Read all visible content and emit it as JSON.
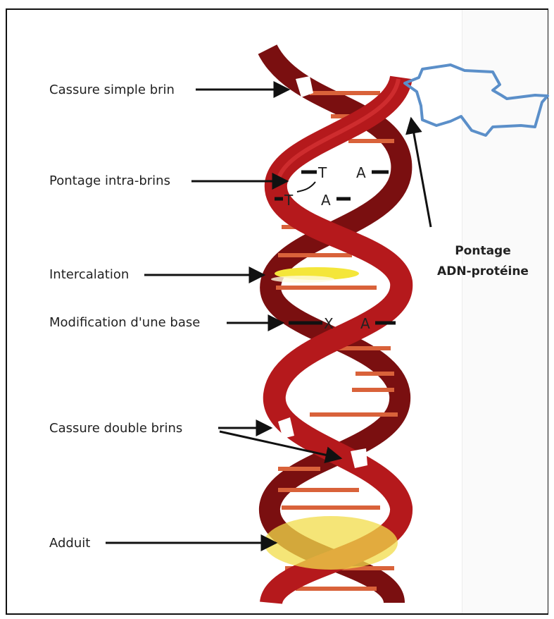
{
  "labels": {
    "single_strand_break": "Cassure simple brin",
    "intra_strand_crosslink": "Pontage  intra-brins",
    "intercalation": "Intercalation",
    "base_modification": "Modification d'une base",
    "double_strand_break": "Cassure double brins",
    "adduct": "Adduit"
  },
  "protein_label": {
    "line1": "Pontage",
    "line2": "ADN-protéine"
  },
  "bases": {
    "crosslink_top_left": "T",
    "crosslink_top_right": "A",
    "crosslink_bottom_left": "T",
    "crosslink_bottom_right": "A",
    "modified_left": "X",
    "modified_right": "A"
  },
  "colors": {
    "strand": "#b5191c",
    "strand_dark": "#7a0f10",
    "rung": "#d9623a",
    "intercalator": "#f4e63a",
    "adduct": "#f2dc4a",
    "protein": "#5b8fc9",
    "arrow": "#111111"
  }
}
